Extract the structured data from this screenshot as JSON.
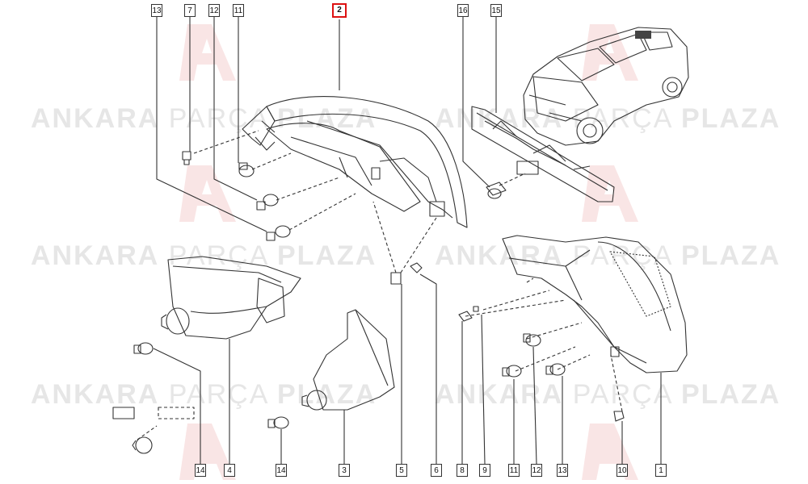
{
  "watermark": {
    "word1": "ANKARA",
    "word2": "PARÇA",
    "word3": "PLAZA"
  },
  "callouts": [
    {
      "id": "c13a",
      "num": "13"
    },
    {
      "id": "c7",
      "num": "7"
    },
    {
      "id": "c12a",
      "num": "12"
    },
    {
      "id": "c11a",
      "num": "11"
    },
    {
      "id": "c2",
      "num": "2",
      "highlight": true
    },
    {
      "id": "c16",
      "num": "16"
    },
    {
      "id": "c15",
      "num": "15"
    },
    {
      "id": "c14a",
      "num": "14"
    },
    {
      "id": "c4",
      "num": "4"
    },
    {
      "id": "c14b",
      "num": "14"
    },
    {
      "id": "c3",
      "num": "3"
    },
    {
      "id": "c5",
      "num": "5"
    },
    {
      "id": "c6",
      "num": "6"
    },
    {
      "id": "c8",
      "num": "8"
    },
    {
      "id": "c9",
      "num": "9"
    },
    {
      "id": "c11b",
      "num": "11"
    },
    {
      "id": "c12b",
      "num": "12"
    },
    {
      "id": "c13b",
      "num": "13"
    },
    {
      "id": "c10",
      "num": "10"
    },
    {
      "id": "c1",
      "num": "1"
    }
  ],
  "colors": {
    "line": "#333333",
    "highlight": "#d11111",
    "watermark": "#e6e6e6"
  }
}
